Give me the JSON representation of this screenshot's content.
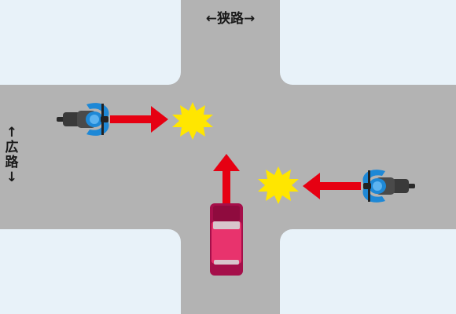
{
  "road_labels": {
    "narrow": "←狭路→",
    "wide_arrow_top": "↑",
    "wide_char_1": "広",
    "wide_char_2": "路",
    "wide_arrow_bottom": "↓"
  },
  "colors": {
    "background": "#e8f2f9",
    "road": "#b3b3b3",
    "arrow": "#e60012",
    "impact": "#ffe600",
    "car_body": "#d4145a",
    "rider": "#1e88d6",
    "motorcycle": "#3a3a3a"
  },
  "icons": {
    "motorcycle_left": "motorcycle-rider-icon",
    "motorcycle_right": "motorcycle-rider-icon",
    "car": "car-icon",
    "collision": "collision-star-icon"
  }
}
